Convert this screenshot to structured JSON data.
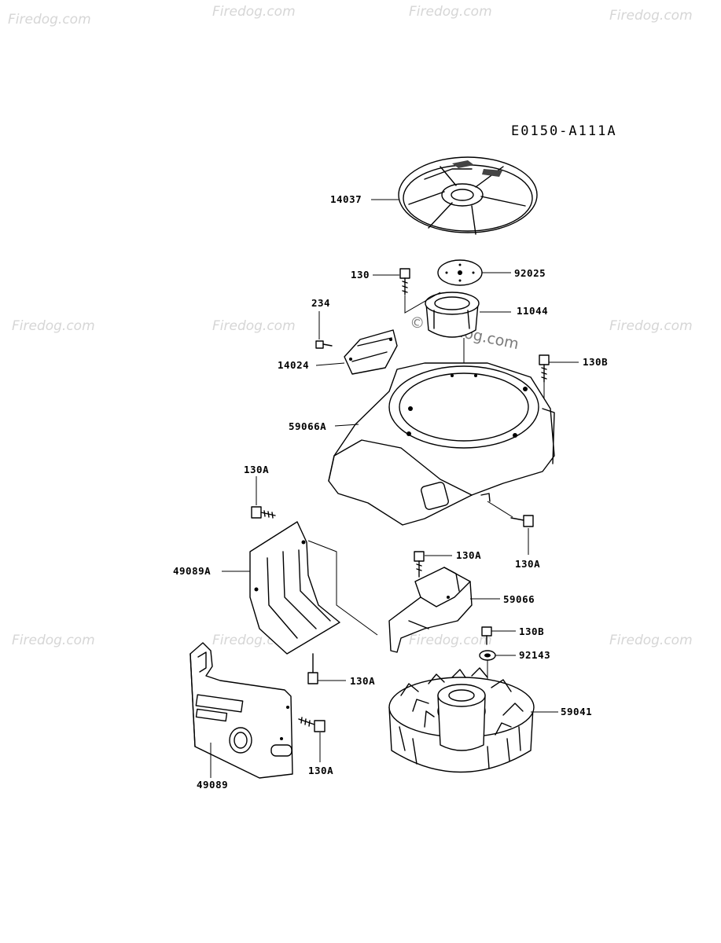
{
  "diagram_code": "E0150-A111A",
  "watermark": "Firedog.com",
  "watermark_center": "© Firedog.com",
  "callouts": {
    "p14037": "14037",
    "p130_top": "130",
    "p92025": "92025",
    "p11044": "11044",
    "p234": "234",
    "p14024": "14024",
    "p130B_top": "130B",
    "p59066A": "59066A",
    "p130A_left": "130A",
    "p130A_right": "130A",
    "p49089A": "49089A",
    "p130A_mid": "130A",
    "p59066": "59066",
    "p130B_low": "130B",
    "p92143": "92143",
    "p130A_low": "130A",
    "p59041": "59041",
    "p130A_bottom": "130A",
    "p49089": "49089"
  }
}
